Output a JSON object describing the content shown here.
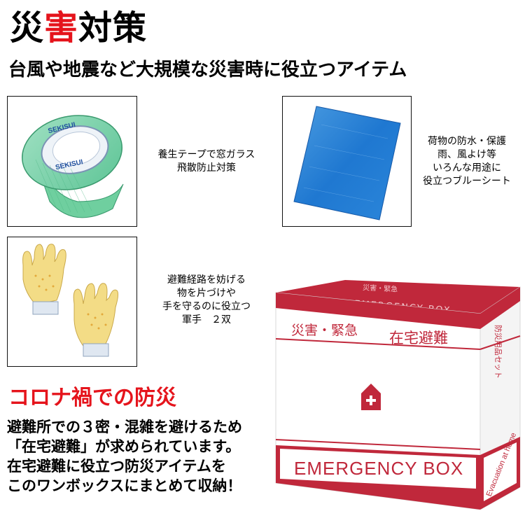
{
  "header": {
    "title_part1": "災",
    "title_part2": "害",
    "title_part3": "対策",
    "subtitle": "台風や地震など大規模な災害時に役立つアイテム"
  },
  "items": {
    "tape": {
      "brand": "SEKISUI",
      "caption": [
        "養生テープで窓ガラス",
        "飛散防止対策"
      ]
    },
    "tarp": {
      "caption": [
        "荷物の防水・保護",
        "雨、風よけ等",
        "いろんな用途に",
        "役立つブルーシート"
      ]
    },
    "gloves": {
      "caption": [
        "避難経路を妨げる",
        "物を片づけや",
        "手を守るのに役立つ",
        "軍手　２双"
      ]
    }
  },
  "box": {
    "top_label": "EMERGENCY BOX",
    "top_small": "災害・緊急",
    "band_left": "災害・緊急",
    "band_right": "在宅避難",
    "side_top": "防災用品セット",
    "front_label": "EMERGENCY BOX",
    "side_bottom": "Evacuation at home",
    "brand_color": "#c0283b"
  },
  "corona": {
    "title": "コロナ禍での防災",
    "lines": [
      "避難所での３密・混雑を避けるため",
      "「在宅避難」が求められています。",
      "在宅避難に役立つ防災アイテムを",
      "このワンボックスにまとめて収納！"
    ]
  }
}
